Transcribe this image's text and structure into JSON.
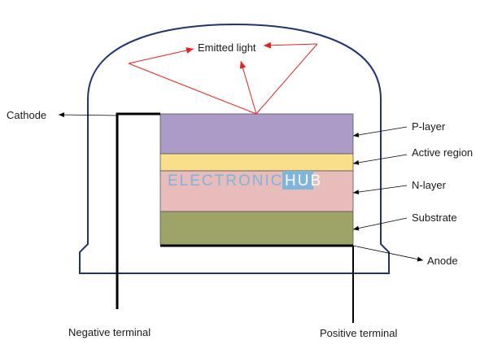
{
  "labels": {
    "emitted_light": "Emitted light",
    "cathode": "Cathode",
    "p_layer": "P-layer",
    "active_region": "Active region",
    "n_layer": "N-layer",
    "substrate": "Substrate",
    "anode": "Anode",
    "negative_terminal": "Negative terminal",
    "positive_terminal": "Positive terminal"
  },
  "watermark": {
    "left": "ELECTRONICS",
    "right": "HUB"
  },
  "colors": {
    "outline": "#1f3470",
    "p_layer": "#aa9cc6",
    "active_region": "#fadf8a",
    "n_layer": "#e8bcbb",
    "substrate": "#9ea468",
    "light_rays": "#e8231f",
    "wires": "#000000",
    "watermark": "#7fb4dd"
  }
}
